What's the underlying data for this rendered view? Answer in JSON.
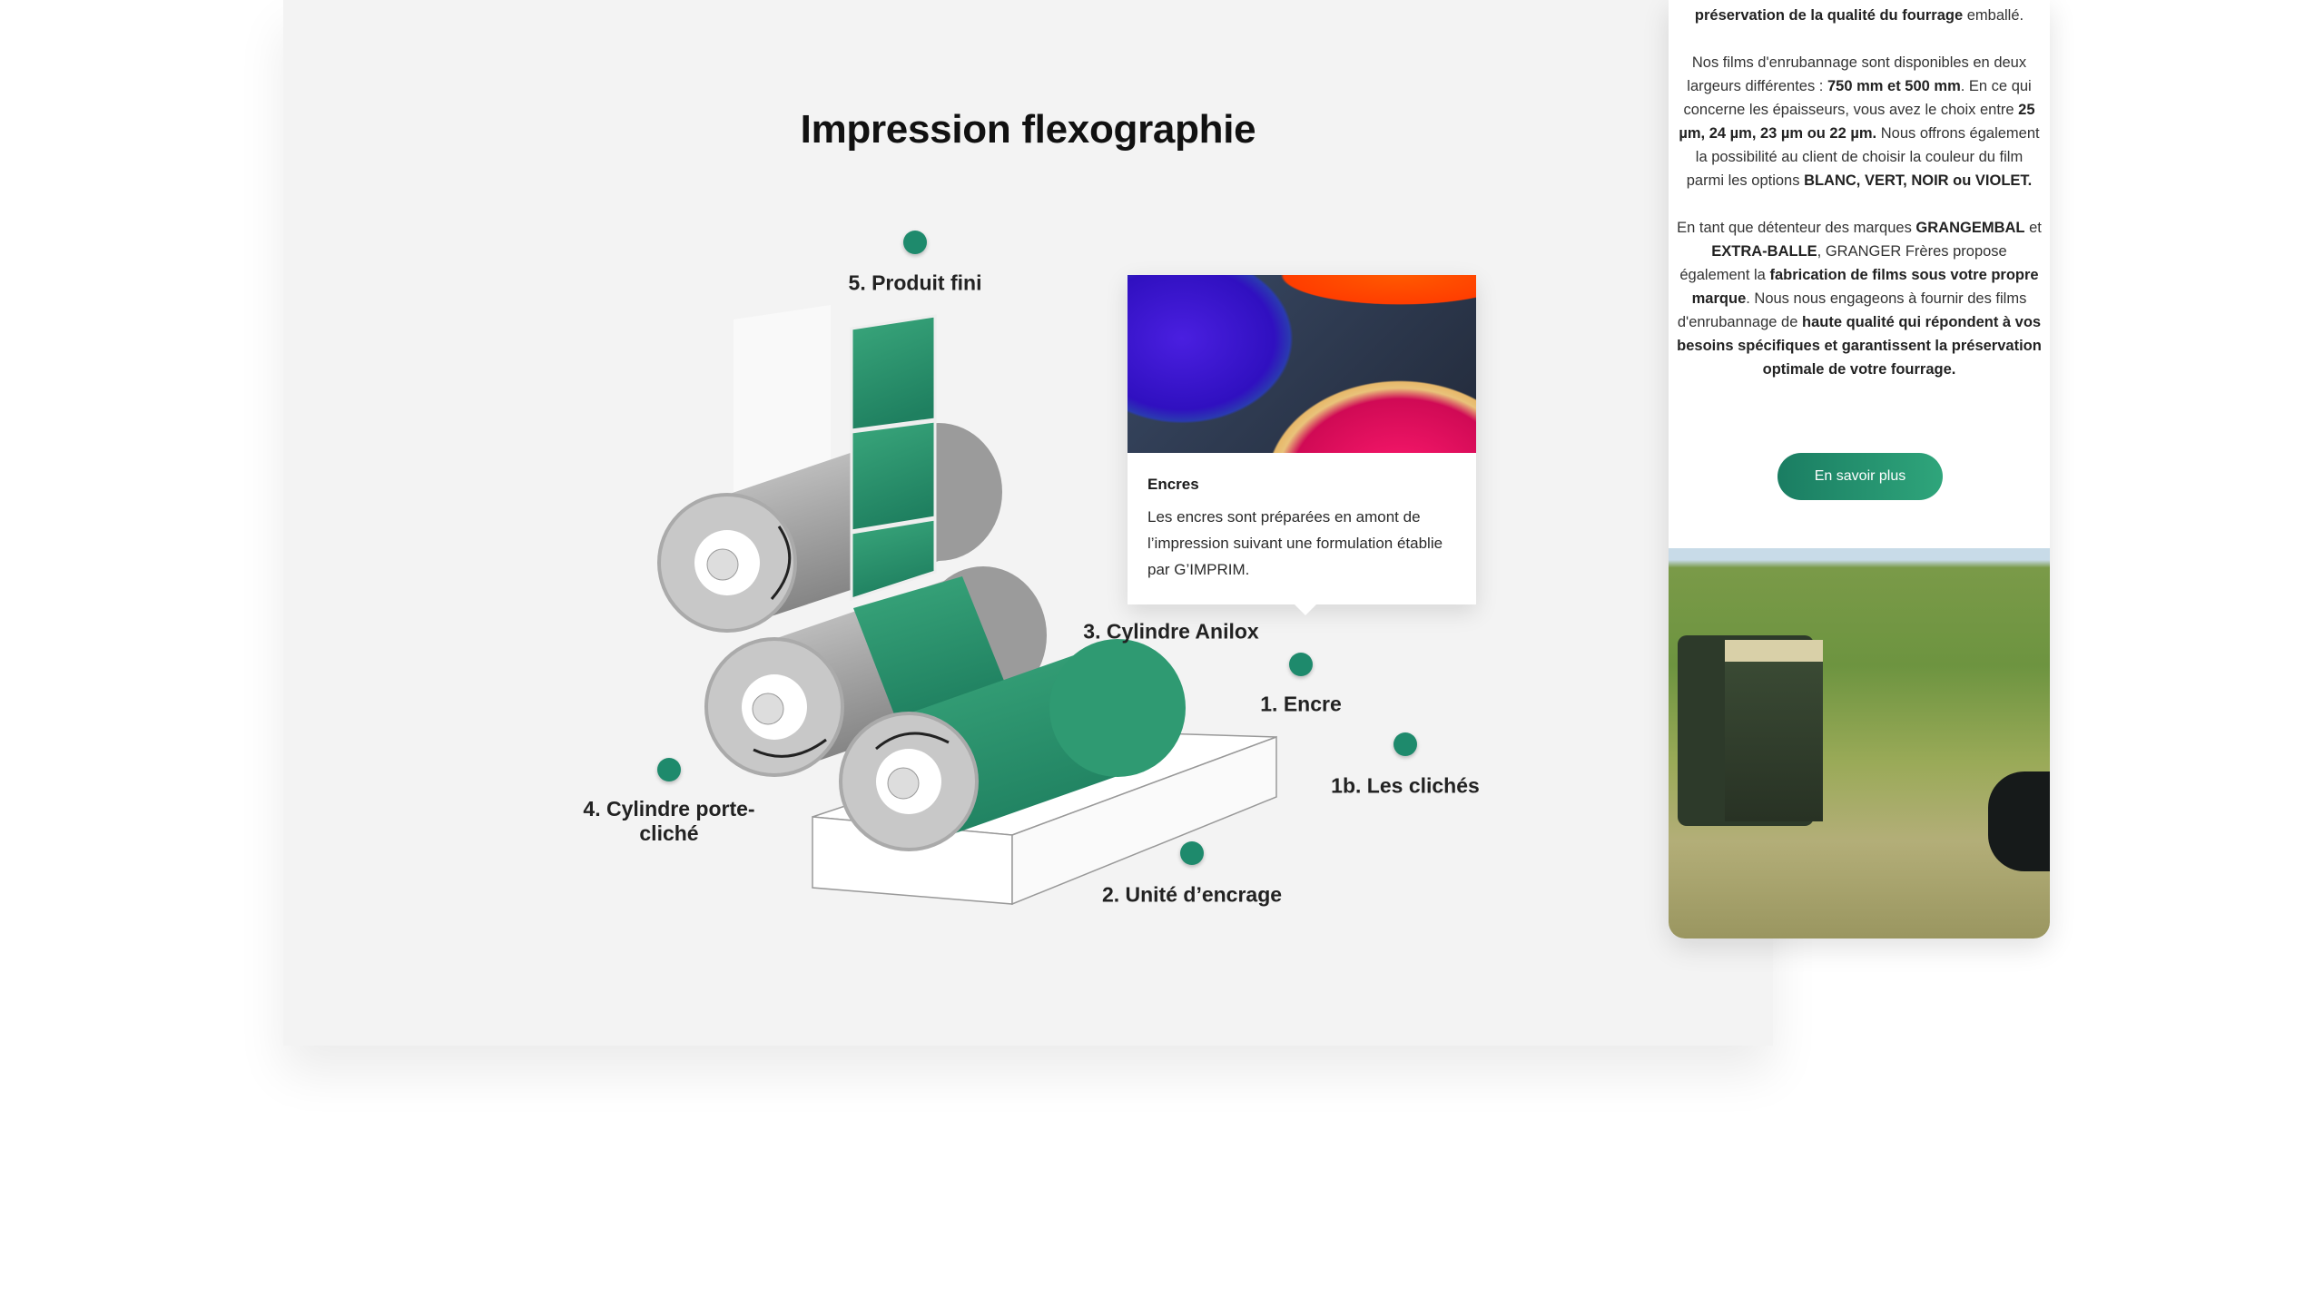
{
  "main": {
    "title": "Impression flexographie",
    "hotspots": [
      {
        "id": "produit-fini",
        "label": "5. Produit fini"
      },
      {
        "id": "anilox",
        "label": "3. Cylindre Anilox"
      },
      {
        "id": "encre",
        "label": "1. Encre"
      },
      {
        "id": "cliches",
        "label": "1b. Les clichés"
      },
      {
        "id": "encrage",
        "label": "2. Unité d’encrage"
      },
      {
        "id": "porte-cliche",
        "label": "4. Cylindre porte-cliché"
      }
    ],
    "accent_color": "#1e8a6c",
    "popup": {
      "title": "Encres",
      "text": "Les encres sont préparées en amont de l’impression suivant une formulation établie par G’IMPRIM."
    }
  },
  "side": {
    "p1_bold": "préservation de la qualité du fourrage",
    "p1_rest": " emballé.",
    "p2": [
      "Nos films d'enrubannage sont disponibles en deux largeurs différentes : ",
      "750 mm et 500 mm",
      ". En ce qui concerne les épaisseurs, vous avez le choix entre ",
      "25 µm, 24 µm, 23 µm ou 22 µm.",
      " Nous offrons également la possibilité au client de choisir la couleur du film parmi les options ",
      "BLANC, VERT, NOIR ou VIOLET."
    ],
    "p3": [
      "En tant que détenteur des marques ",
      "GRANGEMBAL",
      " et ",
      "EXTRA-BALLE",
      ", GRANGER Frères propose également la ",
      "fabrication de films sous votre propre marque",
      ". Nous nous engageons à fournir des films d'enrubannage de ",
      "haute qualité qui répondent à vos besoins spécifiques et garantissent la préservation optimale de votre fourrage."
    ],
    "button_label": "En savoir plus"
  }
}
